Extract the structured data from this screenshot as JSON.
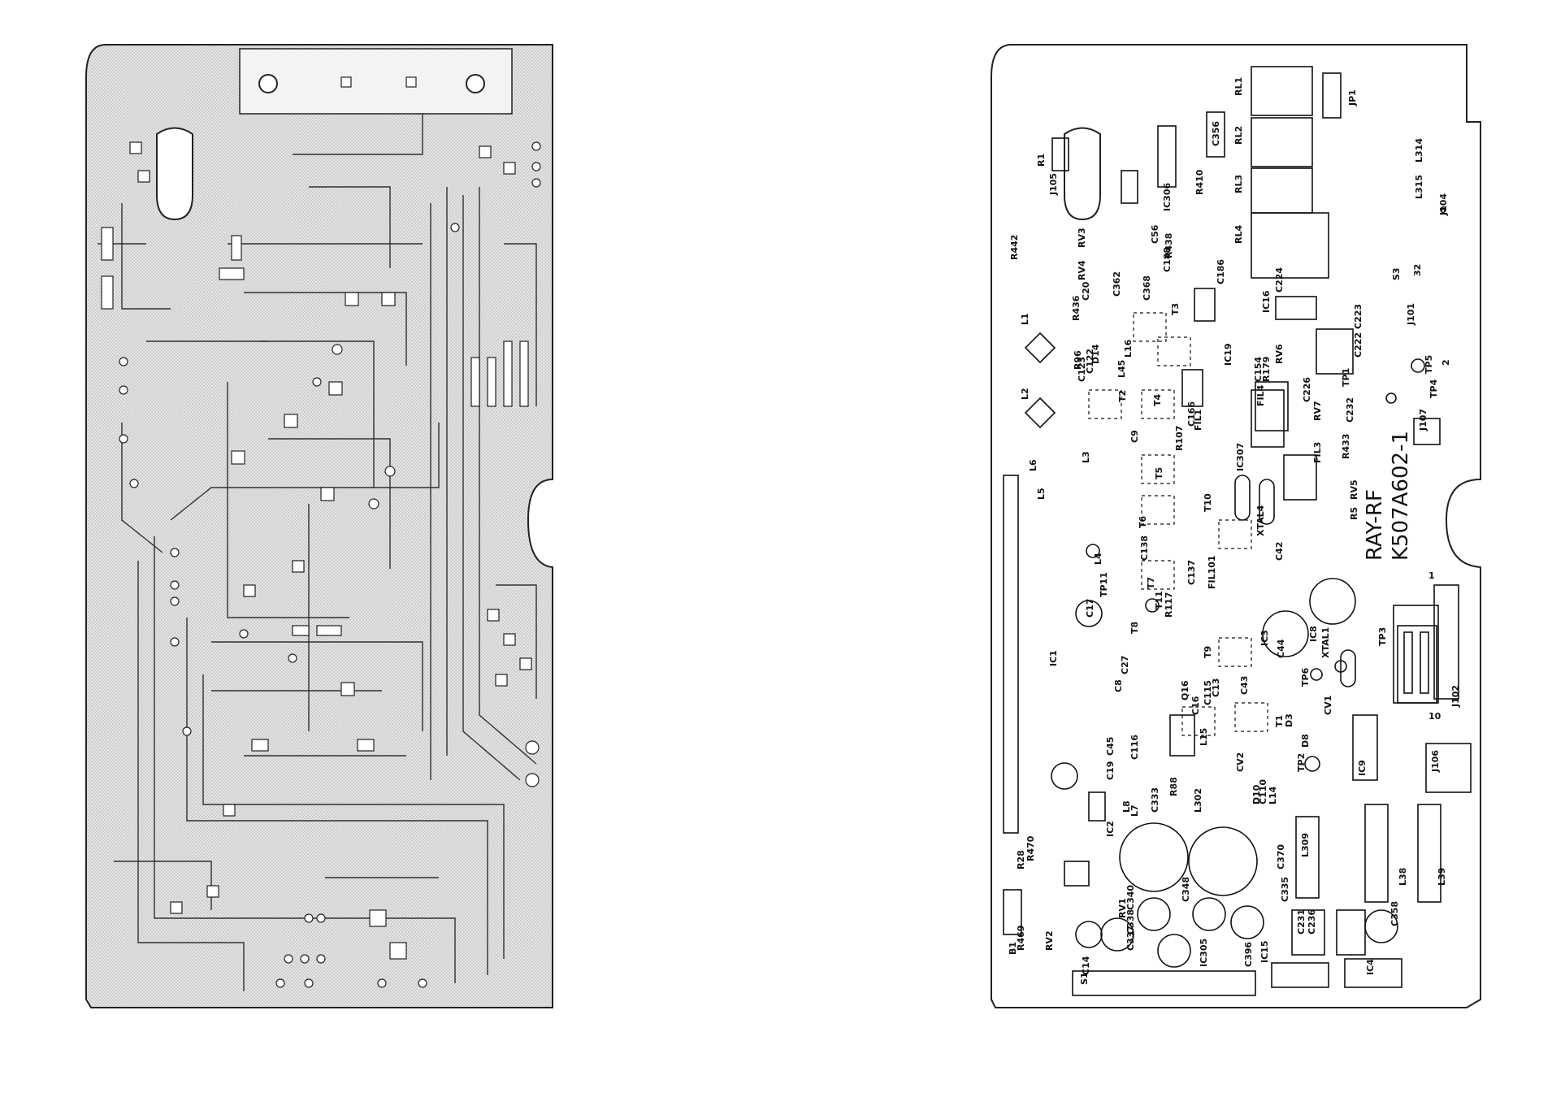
{
  "board": {
    "title": "RAY-RF",
    "part_number": "K507A602-1"
  },
  "components": {
    "relays": [
      "RL1",
      "RL2",
      "RL3",
      "RL4",
      "JP1"
    ],
    "resistors": [
      "R1",
      "R410",
      "R442",
      "R438",
      "R436",
      "R96",
      "R179",
      "R433",
      "R107",
      "R117",
      "R88",
      "R5",
      "R470",
      "R469",
      "R28"
    ],
    "capacitors": [
      "C356",
      "C224",
      "C188",
      "C186",
      "C166",
      "C154",
      "C226",
      "C232",
      "C222",
      "C223",
      "C56",
      "C20",
      "C362",
      "C368",
      "C122",
      "C123",
      "C9",
      "C138",
      "C137",
      "C17",
      "C27",
      "C42",
      "C44",
      "C43",
      "C45",
      "C19",
      "C8",
      "C116",
      "C110",
      "C16",
      "C115",
      "C13",
      "C333",
      "C370",
      "C335",
      "C348",
      "C340",
      "C337",
      "C338",
      "C231",
      "C236",
      "C358",
      "C14",
      "C396"
    ],
    "ics": [
      "IC306",
      "IC16",
      "IC19",
      "IC307",
      "IC1",
      "IC9",
      "IC2",
      "IC15",
      "IC305",
      "IC8",
      "IC4",
      "IC3"
    ],
    "inductors": [
      "L1",
      "L2",
      "L3",
      "L4",
      "L5",
      "L6",
      "L7",
      "L8",
      "L14",
      "L15",
      "L16",
      "L38",
      "L39",
      "L302",
      "L309",
      "L314",
      "L315",
      "L45"
    ],
    "transformers": [
      "T1",
      "T2",
      "T3",
      "T4",
      "T5",
      "T6",
      "T7",
      "T8",
      "T9",
      "T10",
      "T11"
    ],
    "connectors": [
      "J101",
      "J102",
      "J104",
      "J105",
      "J106",
      "J107",
      "S1",
      "S3",
      "TP1",
      "TP2",
      "TP3",
      "TP4",
      "TP5",
      "TP6",
      "TP11"
    ],
    "misc": [
      "RV1",
      "RV2",
      "RV3",
      "RV4",
      "RV5",
      "RV6",
      "RV7",
      "CV1",
      "CV2",
      "FIL1",
      "FIL3",
      "FIL4",
      "FIL101",
      "XTAL1",
      "XTAL4",
      "D3",
      "D8",
      "D10",
      "D14",
      "Q16",
      "B1"
    ]
  },
  "pins": {
    "j102_1": "1",
    "j102_10": "10",
    "j104_6": "6",
    "s3_32": "32",
    "tp4_2": "2"
  }
}
